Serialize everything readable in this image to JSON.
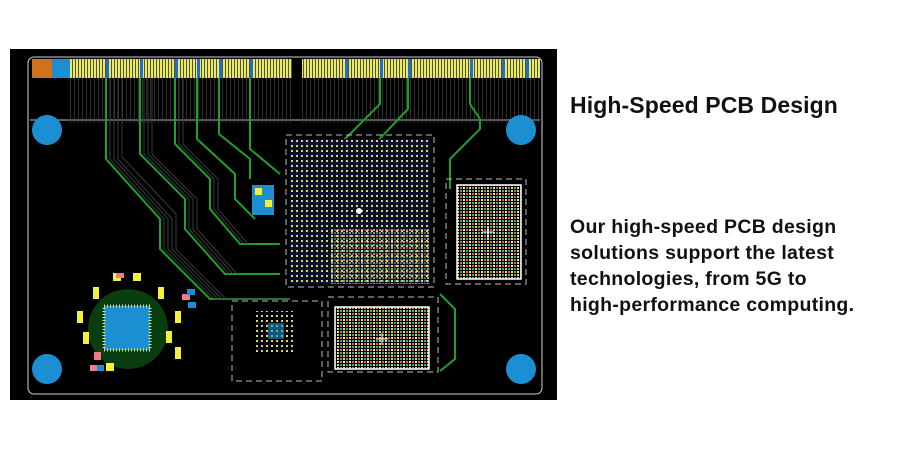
{
  "headline": "High-Speed PCB Design",
  "description": {
    "lines": [
      "Our high-speed PCB design",
      "solutions support the latest",
      "technologies, from 5G to",
      "high-performance computing."
    ],
    "full": "Our high-speed PCB design solutions support the latest technologies, from 5G to high-performance computing."
  },
  "pcb_image": {
    "alt": "High-speed PCB layout with edge connector, BGA packages and QFN chip",
    "colors": {
      "background": "#000000",
      "edge_connector_gold": "#e8e86a",
      "edge_connector_marker_orange": "#d2711b",
      "edge_connector_marker_blue": "#1b8fd2",
      "trace_green": "#1fa02a",
      "mounting_hole_blue": "#1b8fd2",
      "outline_white": "#e0e0e0",
      "pad_yellow": "#f2f23c",
      "pad_pink": "#f07a86",
      "chip_blue": "#1b8fd2"
    }
  }
}
